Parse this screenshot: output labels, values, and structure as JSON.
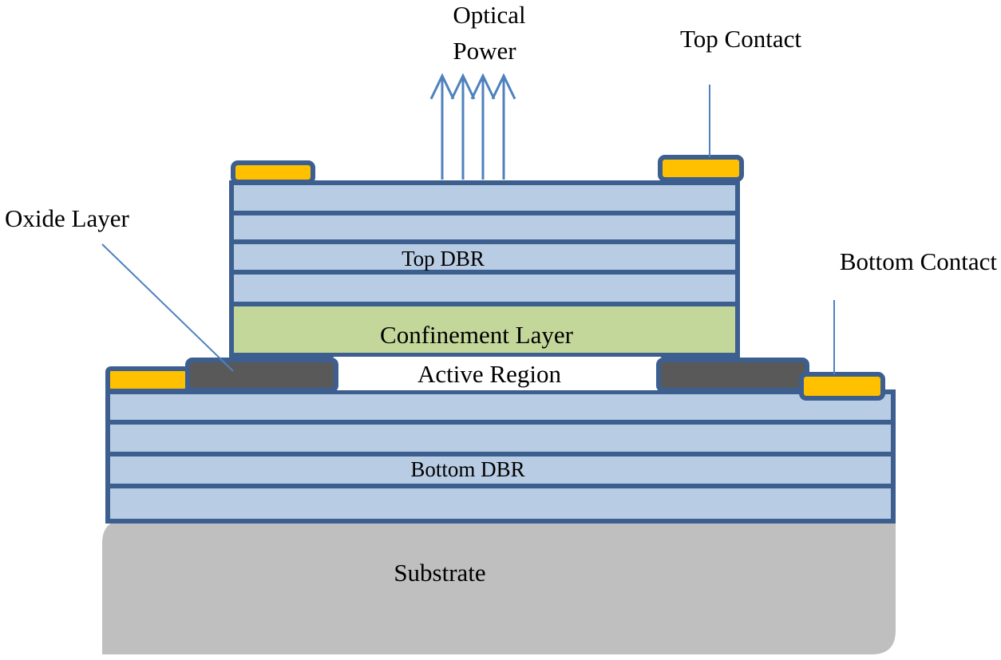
{
  "labels": {
    "optical_power_line1": "Optical",
    "optical_power_line2": "Power",
    "top_contact": "Top Contact",
    "oxide_layer": "Oxide Layer",
    "bottom_contact": "Bottom Contact",
    "top_dbr": "Top DBR",
    "confinement_layer": "Confinement Layer",
    "active_region": "Active Region",
    "bottom_dbr": "Bottom DBR",
    "substrate": "Substrate"
  },
  "colors": {
    "outline": "#3d5f8f",
    "dbr_fill": "#b8cce4",
    "confinement_fill": "#c4d79b",
    "contact_fill": "#ffc000",
    "oxide_fill": "#595959",
    "substrate_fill": "#bfbfbf",
    "arrow": "#4f81bd",
    "leader": "#4f81bd"
  }
}
